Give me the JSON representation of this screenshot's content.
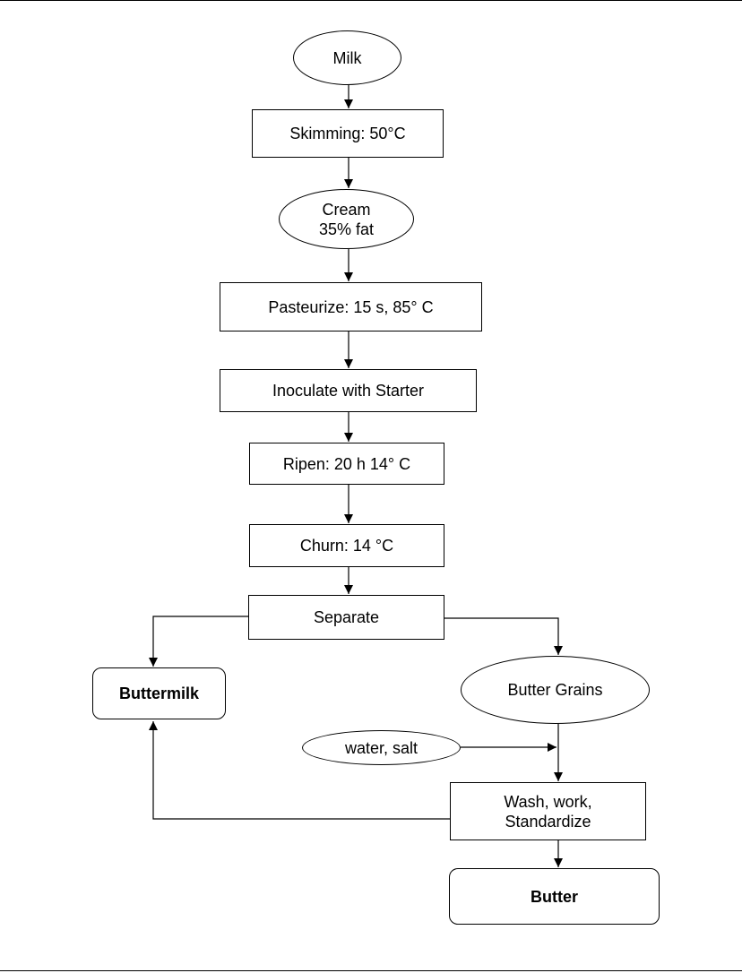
{
  "nodes": {
    "milk": "Milk",
    "skimming": "Skimming:  50°C",
    "cream": "Cream\n35% fat",
    "pasteurize": "Pasteurize: 15 s, 85° C",
    "inoculate": "Inoculate with Starter",
    "ripen": "Ripen: 20 h 14° C",
    "churn": "Churn: 14 °C",
    "separate": "Separate",
    "buttermilk": "Buttermilk",
    "butter_grains": "Butter Grains",
    "water_salt": "water, salt",
    "wash": "Wash, work,\nStandardize",
    "butter": "Butter"
  },
  "colors": {
    "line": "#000000",
    "background": "#ffffff"
  }
}
